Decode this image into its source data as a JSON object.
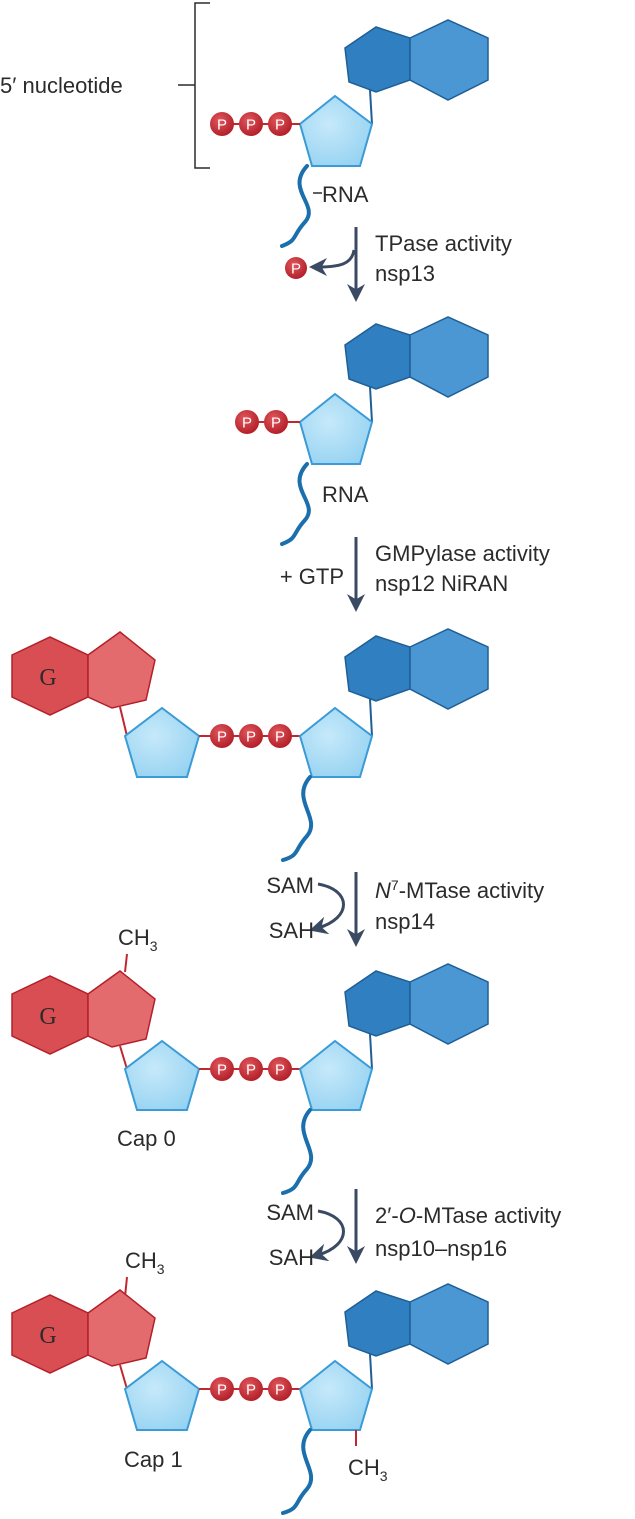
{
  "colors": {
    "purine_blue_dark": "#2f7fc1",
    "purine_blue_light": "#4a97d4",
    "ribose_fill": "#a9dcf5",
    "ribose_stroke": "#3a9bd6",
    "rna_strand": "#1b6fad",
    "phosphate": "#c1272d",
    "guanine_dark": "#d84e52",
    "guanine_light": "#e36b6d",
    "methyl_bond": "#c1272d",
    "arrow": "#3b4a63"
  },
  "labels": {
    "five_prime_nucleotide": "5′ nucleotide",
    "rna": "RNA",
    "phosphate": "P",
    "guanine": "G",
    "methyl_main": "CH",
    "methyl_sub": "3",
    "cap0": "Cap 0",
    "cap1": "Cap 1"
  },
  "steps": [
    {
      "line1": "TPase activity",
      "line2": "nsp13"
    },
    {
      "input": "+ GTP",
      "line1": "GMPylase activity",
      "line2": "nsp12 NiRAN"
    },
    {
      "donor": "SAM",
      "product": "SAH",
      "line1_italic": "N",
      "line1_sup": "7",
      "line1_rest": "-MTase activity",
      "line2": "nsp14"
    },
    {
      "donor": "SAM",
      "product": "SAH",
      "line1_pre": "2′-",
      "line1_italic": "O",
      "line1_rest": "-MTase activity",
      "line2": "nsp10–nsp16"
    }
  ]
}
